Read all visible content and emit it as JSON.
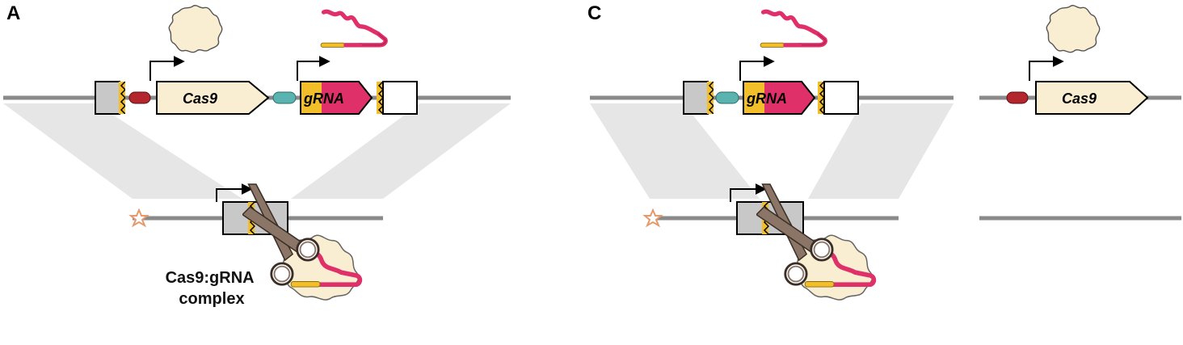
{
  "panels": [
    {
      "label": "A"
    },
    {
      "label": "C"
    }
  ],
  "genes": {
    "cas9": "Cas9",
    "grna": "gRNA"
  },
  "complex_caption": [
    "Cas9:gRNA",
    "complex"
  ],
  "colors": {
    "dna_line": "#8a8a8a",
    "homology_shade": "#e6e6e6",
    "protein_fill": "#faeed2",
    "grna_magenta": "#e0306a",
    "grna_yellow": "#f2be2a",
    "promoter_red": "#b3262e",
    "terminator_teal": "#5bb3b0",
    "scissors_brown": "#8a7566",
    "star_orange": "#e39a6c"
  }
}
